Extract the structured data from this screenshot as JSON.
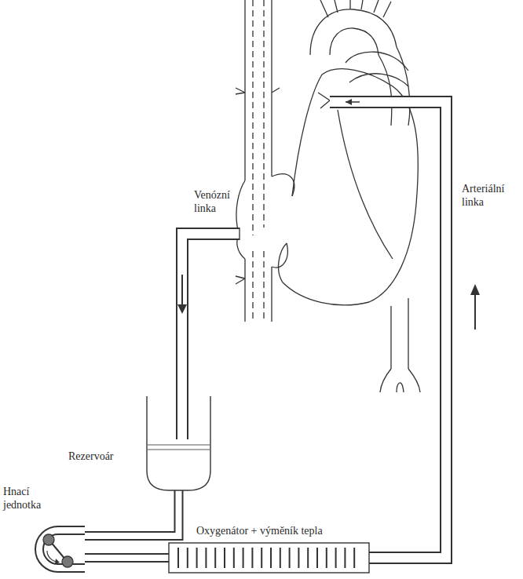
{
  "diagram": {
    "nodes": [
      {
        "text": [
          "Rezervoár"
        ]
      },
      {
        "text": [
          "Hnací jednotka"
        ]
      },
      {
        "text": [
          "Oxygenátor + výměník tepla"
        ]
      }
    ],
    "edges": [
      {
        "from": 0,
        "to": 1,
        "arrow": "none"
      },
      {
        "from": 1,
        "to": 2,
        "arrow": "none"
      }
    ],
    "labels": [
      "Venózní linka",
      "Arteriální linka"
    ]
  }
}
